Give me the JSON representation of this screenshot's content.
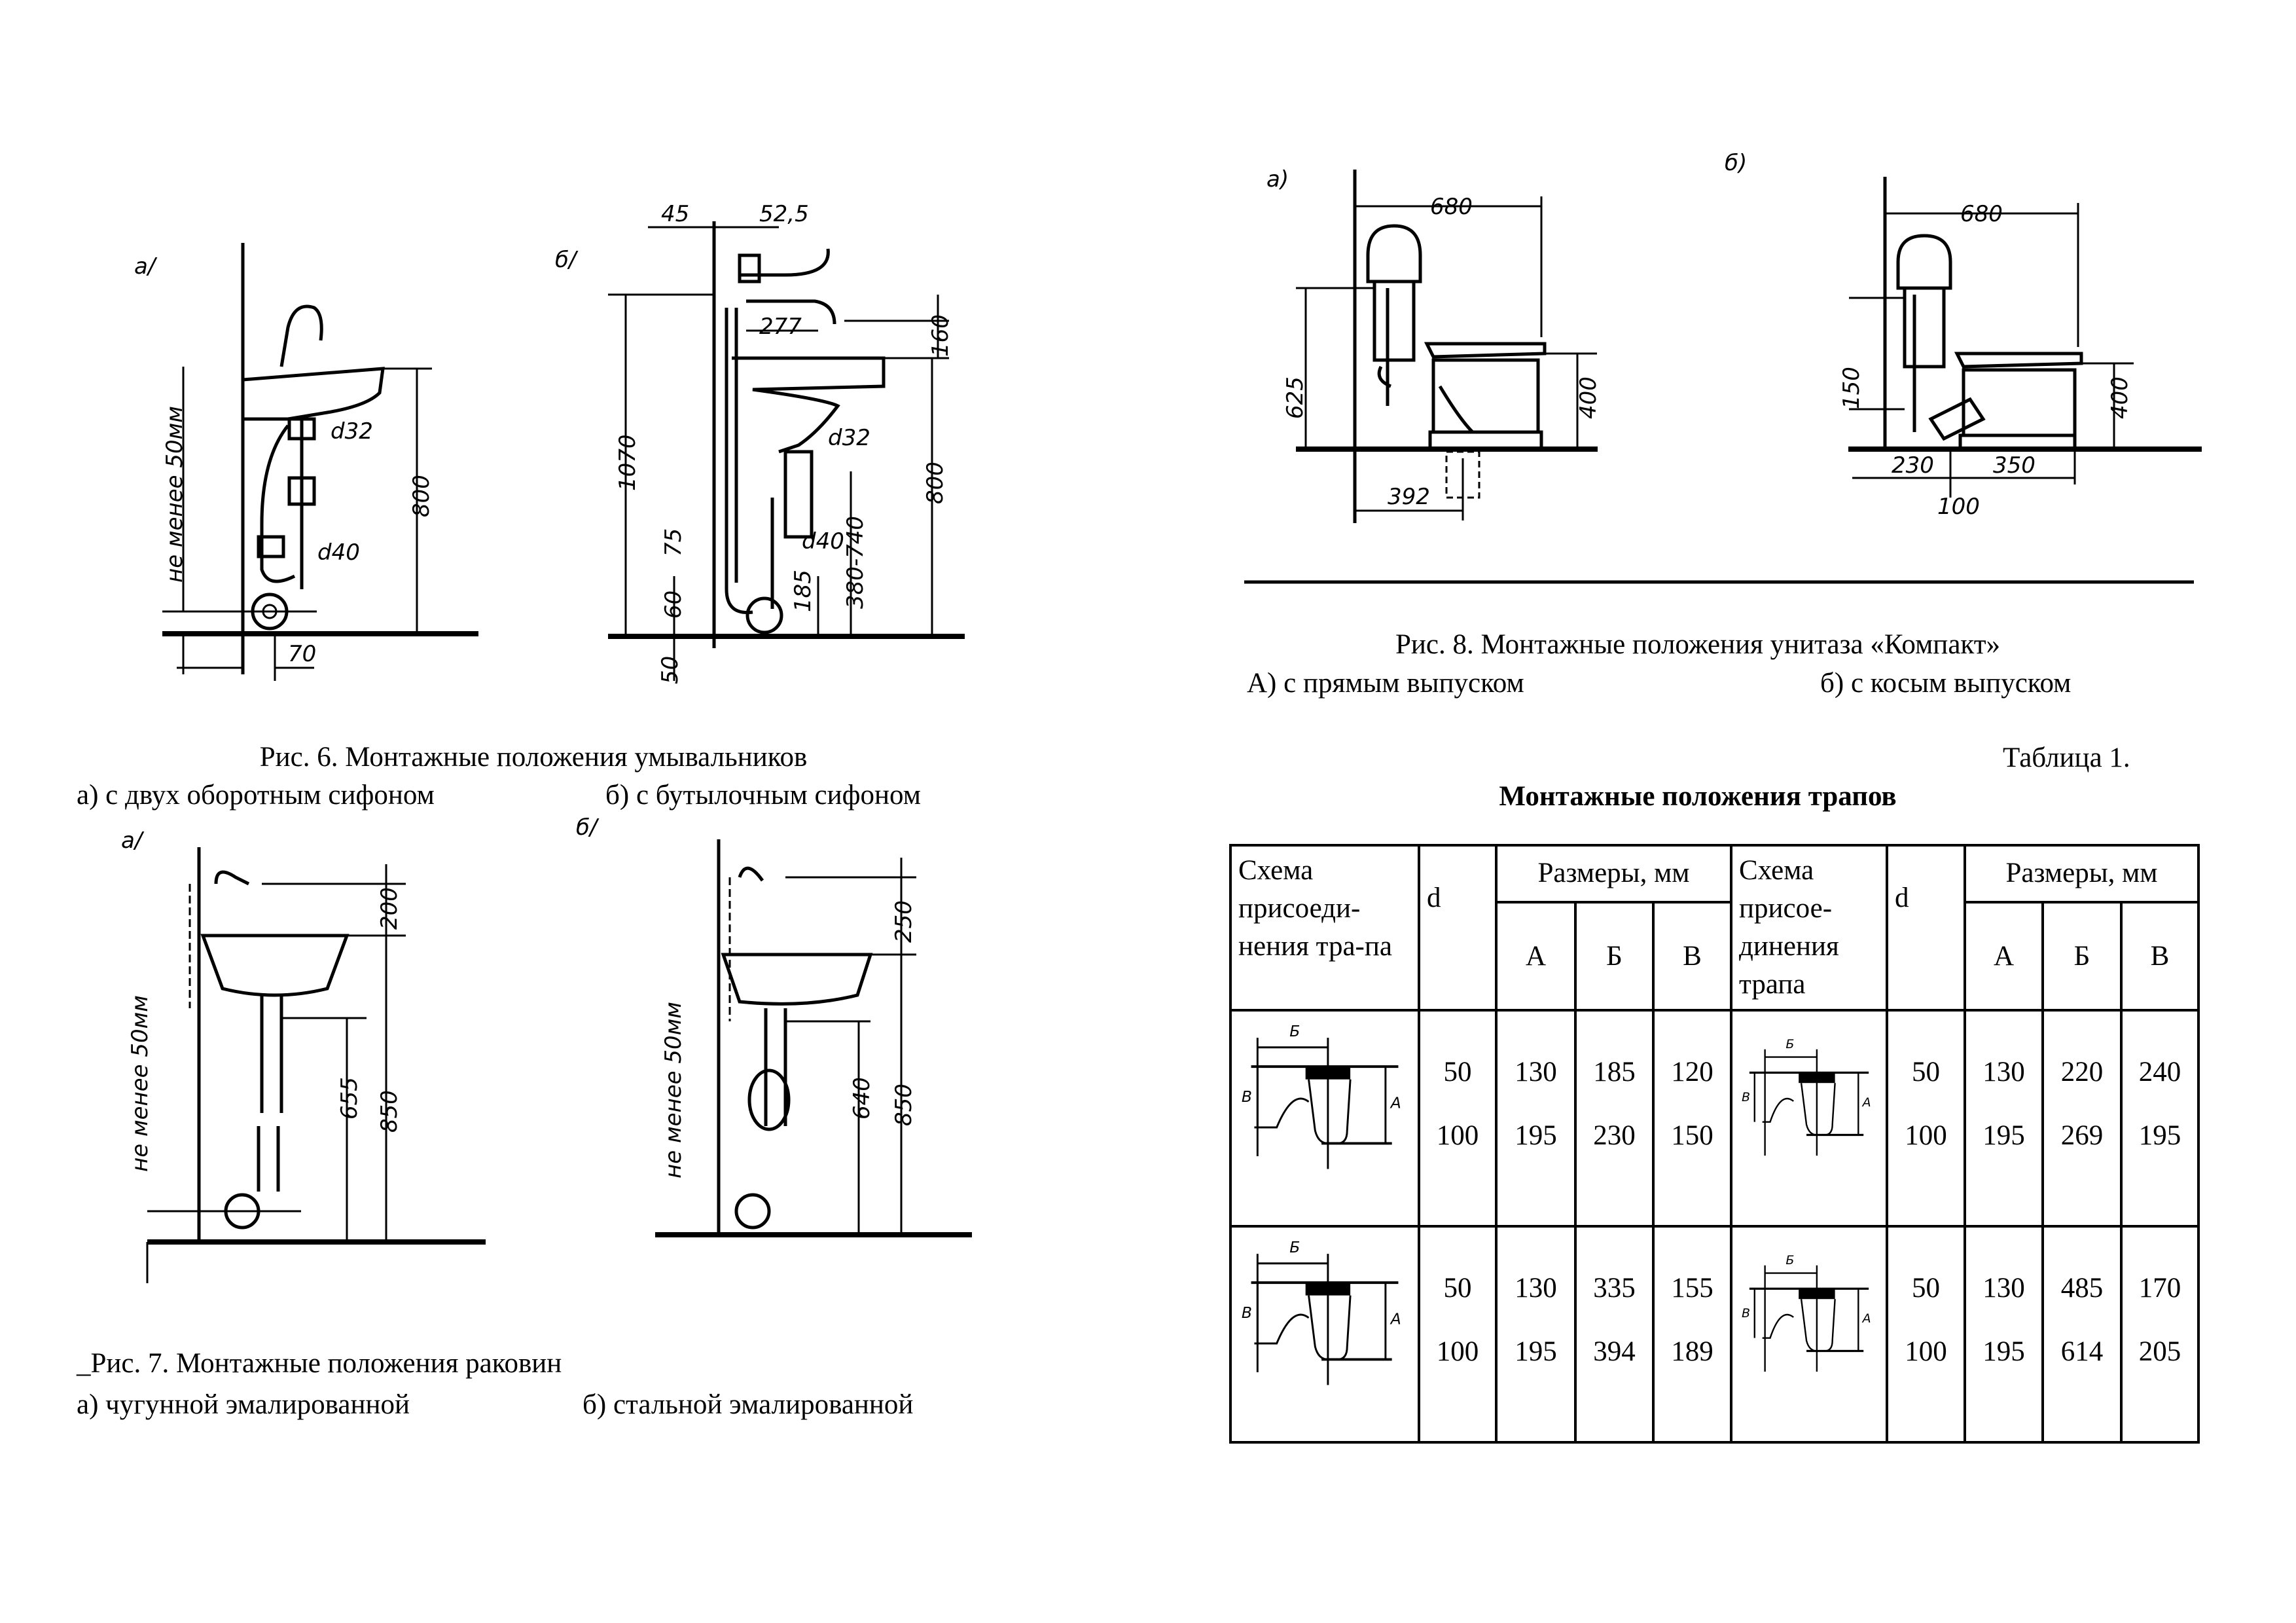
{
  "fig6": {
    "caption": "Рис. 6. Монтажные положения умывальников",
    "sub_a": "а) с двух оборотным сифоном",
    "sub_b": "б) с бутылочным сифоном",
    "a": {
      "label": "а/",
      "d32": "d32",
      "d40": "d40",
      "h800": "800",
      "min50": "не менее 50мм",
      "w70": "70"
    },
    "b": {
      "label": "б/",
      "w45": "45",
      "w525": "52,5",
      "w277": "277",
      "h160": "160",
      "h1070": "1070",
      "h800": "800",
      "d32": "d32",
      "d40": "d40",
      "h75": "75",
      "h60": "60",
      "h185": "185",
      "h380": "380-740",
      "h50": "50"
    }
  },
  "fig7": {
    "caption": "_Рис. 7. Монтажные положения раковин",
    "sub_a": "а) чугунной эмалированной",
    "sub_b": "б) стальной эмалированной",
    "a": {
      "label": "а/",
      "h200": "200",
      "h850": "850",
      "h655": "655",
      "min50": "не менее 50мм"
    },
    "b": {
      "label": "б/",
      "h250": "250",
      "h850": "850",
      "h640": "640",
      "min50": "не менее 50мм"
    }
  },
  "fig8": {
    "caption": "Рис. 8. Монтажные положения унитаза «Компакт»",
    "sub_a": "А) с прямым выпуском",
    "sub_b": "б) с косым выпуском",
    "a": {
      "label": "а)",
      "w680": "680",
      "h625": "625",
      "h400": "400",
      "w392": "392"
    },
    "b": {
      "label": "б)",
      "w680": "680",
      "h400": "400",
      "h150": "150",
      "w230": "230",
      "w350": "350",
      "w100": "100"
    }
  },
  "table": {
    "number": "Таблица 1.",
    "title": "Монтажные положения трапов",
    "headers": {
      "scheme_left": "Схема присоеди-нения тра-па",
      "scheme_right": "Схема присое-динения трапа",
      "d": "d",
      "sizes": "Размеры, мм",
      "A": "А",
      "B": "Б",
      "V": "В"
    },
    "trap_labels": {
      "b": "Б",
      "v": "В",
      "a": "А"
    },
    "rows": [
      {
        "left": {
          "d": [
            "50",
            "100"
          ],
          "A": [
            "130",
            "195"
          ],
          "B": [
            "185",
            "230"
          ],
          "V": [
            "120",
            "150"
          ]
        },
        "right": {
          "d": [
            "50",
            "100"
          ],
          "A": [
            "130",
            "195"
          ],
          "B": [
            "220",
            "269"
          ],
          "V": [
            "240",
            "195"
          ]
        }
      },
      {
        "left": {
          "d": [
            "50",
            "100"
          ],
          "A": [
            "130",
            "195"
          ],
          "B": [
            "335",
            "394"
          ],
          "V": [
            "155",
            "189"
          ]
        },
        "right": {
          "d": [
            "50",
            "100"
          ],
          "A": [
            "130",
            "195"
          ],
          "B": [
            "485",
            "614"
          ],
          "V": [
            "170",
            "205"
          ]
        }
      }
    ]
  }
}
